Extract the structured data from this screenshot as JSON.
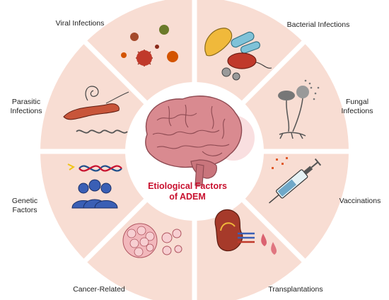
{
  "center": {
    "title_line1": "Etiological Factors",
    "title_line2": "of ADEM"
  },
  "segments": [
    {
      "label": "Viral Infections",
      "icon": "virus-icon"
    },
    {
      "label": "Bacterial Infections",
      "icon": "bacteria-icon"
    },
    {
      "label_line1": "Fungal",
      "label_line2": "Infections",
      "icon": "fungus-icon"
    },
    {
      "label": "Vaccinations",
      "icon": "syringe-icon"
    },
    {
      "label": "Transplantations",
      "icon": "kidney-icon"
    },
    {
      "label": "Cancer-Related",
      "icon": "tumor-cells-icon"
    },
    {
      "label_line1": "Genetic",
      "label_line2": "Factors",
      "icon": "dna-icon"
    },
    {
      "label_line1": "Parasitic",
      "label_line2": "Infections",
      "icon": "parasite-icon"
    }
  ],
  "colors": {
    "segment_fill": "#f8ddd3",
    "center_title": "#c8102e",
    "brain": "#d98a90"
  }
}
